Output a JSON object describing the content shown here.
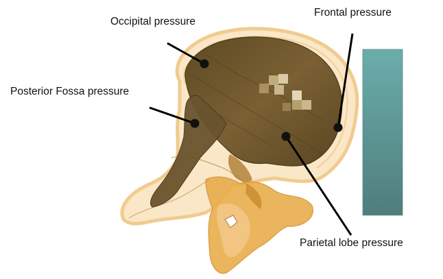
{
  "labels": {
    "occipital": "Occipital pressure",
    "frontal": "Frontal pressure",
    "posterior_fossa": "Posterior Fossa pressure",
    "parietal": "Parietal lobe pressure"
  },
  "colors": {
    "skull_outline": "#f4d29e",
    "skull_fill": "#f8e4c2",
    "brain_dark": "#6b5429",
    "brain_mid": "#7c6132",
    "brain_highlight": "#d8c8a4",
    "cerebellum_fill": "#6a542e",
    "neck_orange": "#e5a33a",
    "neck_light": "#f0c47c",
    "colorbar_top": "#6aa8a6",
    "colorbar_bottom": "#4e7f7d",
    "marker": "#111111"
  }
}
